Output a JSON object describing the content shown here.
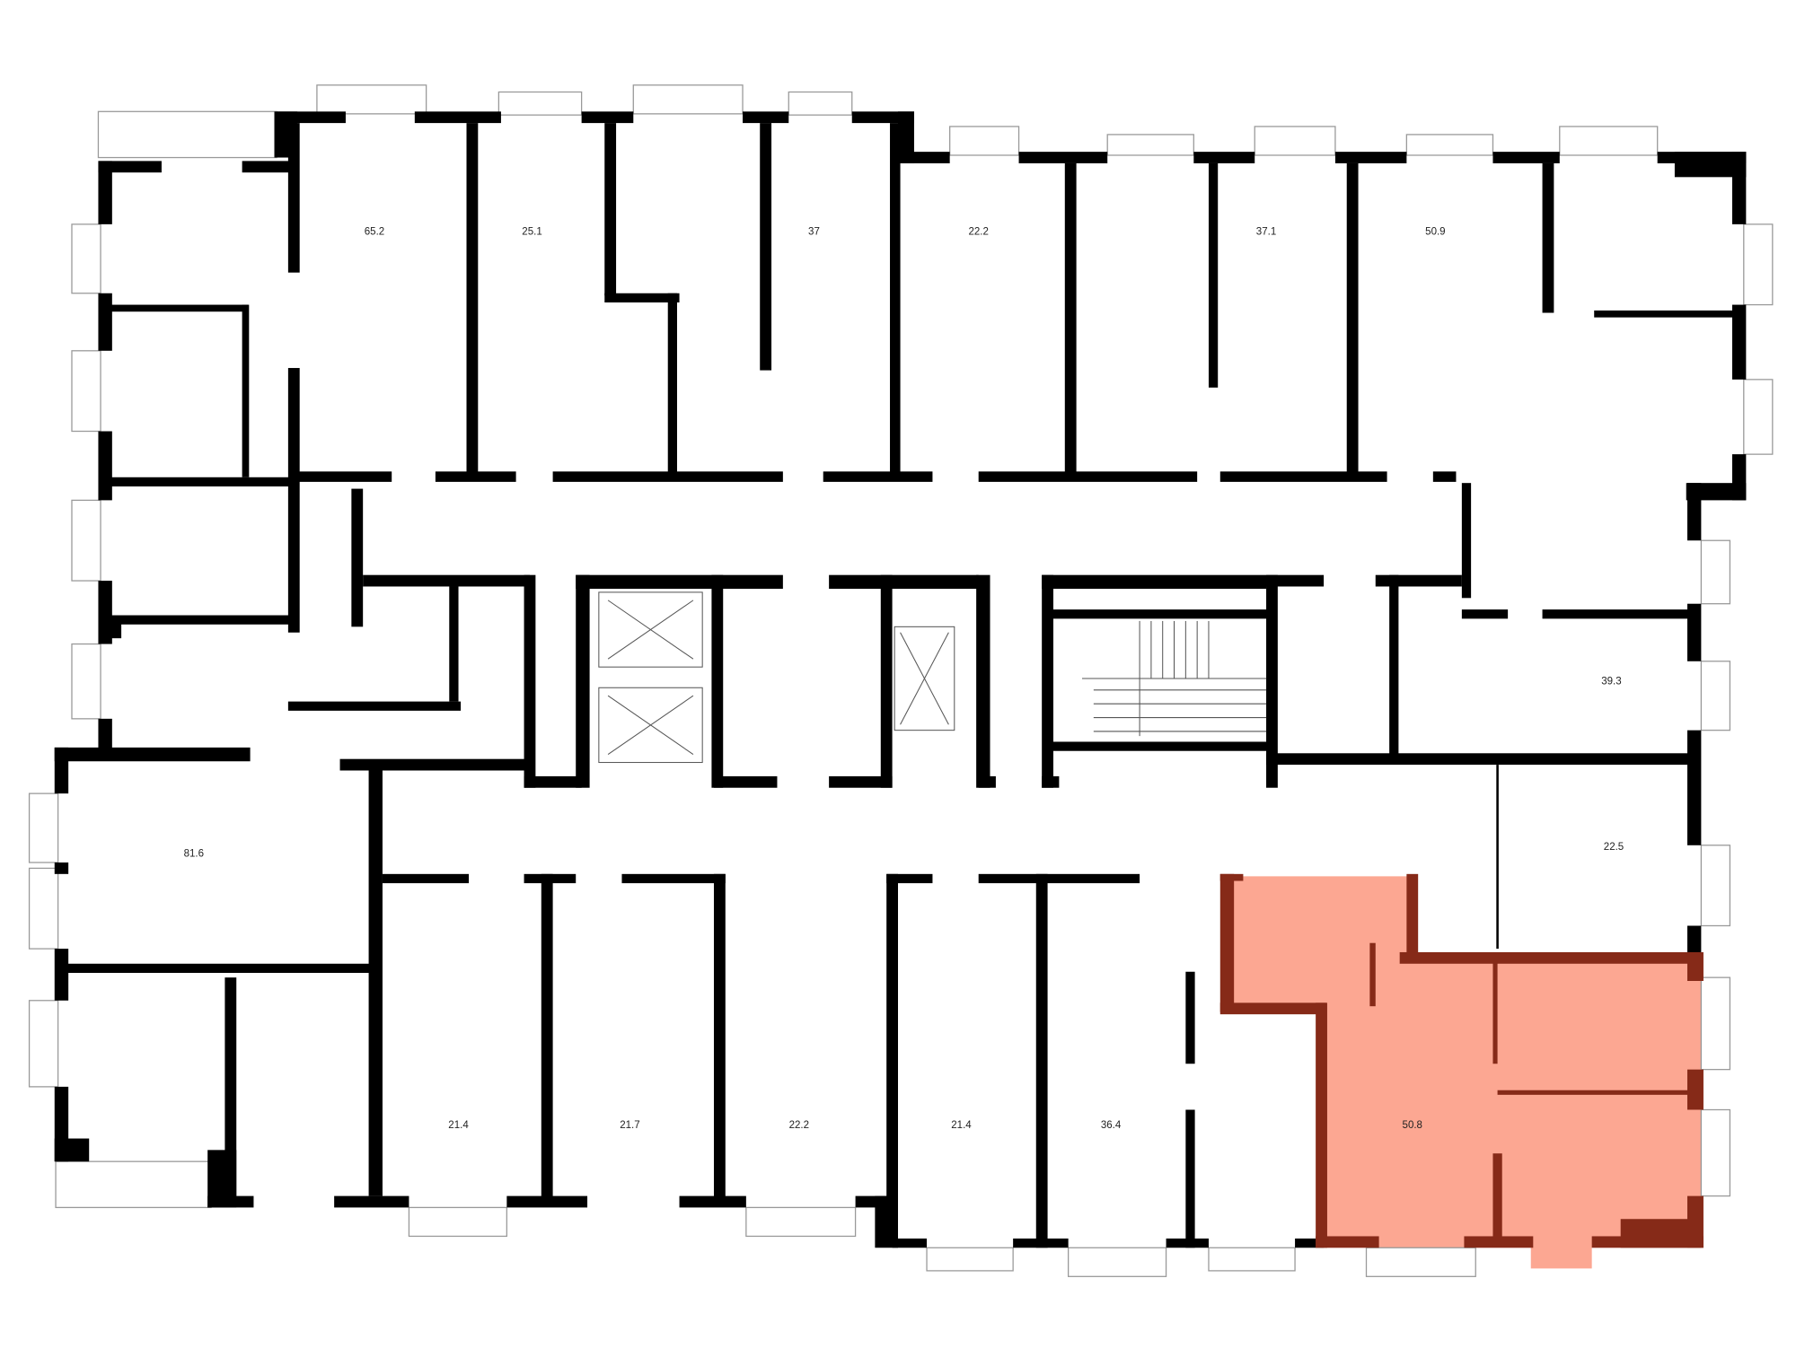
{
  "plan": {
    "title": "Floor plan",
    "colors": {
      "highlight_fill": "#fca792",
      "highlight_wall": "#862a18",
      "wall": "#000000"
    },
    "selected_apartment": "50.8",
    "apartments": [
      {
        "id": "apt-65-2",
        "area": "65.2"
      },
      {
        "id": "apt-25-1",
        "area": "25.1"
      },
      {
        "id": "apt-37",
        "area": "37"
      },
      {
        "id": "apt-22-2-top",
        "area": "22.2"
      },
      {
        "id": "apt-37-1",
        "area": "37.1"
      },
      {
        "id": "apt-50-9",
        "area": "50.9"
      },
      {
        "id": "apt-39-3",
        "area": "39.3"
      },
      {
        "id": "apt-22-5",
        "area": "22.5"
      },
      {
        "id": "apt-81-6",
        "area": "81.6"
      },
      {
        "id": "apt-21-4-a",
        "area": "21.4"
      },
      {
        "id": "apt-21-7",
        "area": "21.7"
      },
      {
        "id": "apt-22-2-bottom",
        "area": "22.2"
      },
      {
        "id": "apt-21-4-b",
        "area": "21.4"
      },
      {
        "id": "apt-36-4",
        "area": "36.4"
      },
      {
        "id": "apt-50-8",
        "area": "50.8"
      }
    ]
  }
}
